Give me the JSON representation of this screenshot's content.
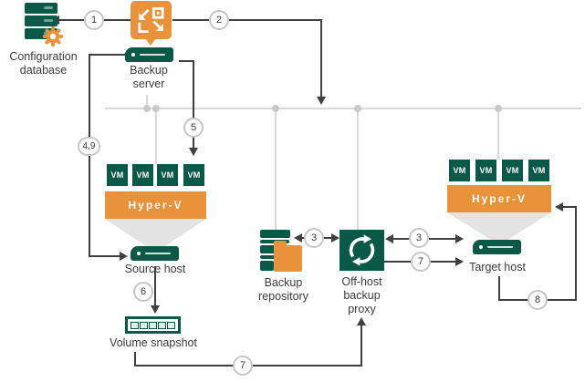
{
  "nodes": {
    "configuration_database": "Configuration database",
    "backup_server": "Backup server",
    "hypervisor": "Hyper-V",
    "vm": "VM",
    "source_host": "Source host",
    "volume_snapshot": "Volume snapshot",
    "backup_repository": "Backup repository",
    "offhost_backup_proxy": "Off-host backup proxy",
    "target_host": "Target host"
  },
  "badges": {
    "s1": "1",
    "s2": "2",
    "s3a": "3",
    "s3b": "3",
    "s49": "4,9",
    "s5": "5",
    "s6": "6",
    "s7a": "7",
    "s7b": "7",
    "s8": "8"
  },
  "colors": {
    "brand_green": "#0a5948",
    "brand_orange": "#e8923c",
    "connector_dark": "#404040",
    "network_line": "#d9d9d9",
    "funnel_gray": "#e3e3e3",
    "label_text": "#3c3c3c"
  }
}
